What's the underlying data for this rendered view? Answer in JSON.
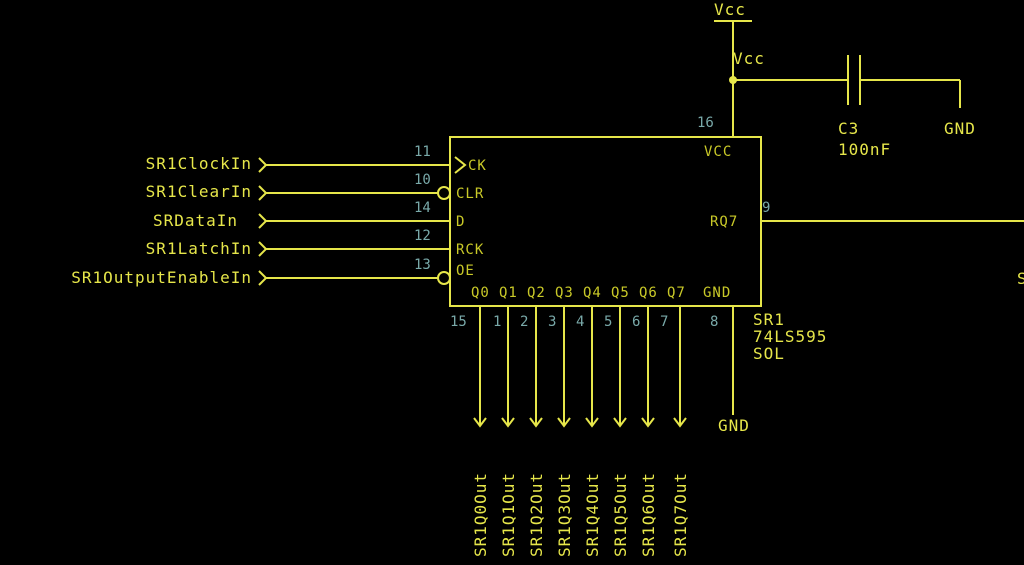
{
  "colors": {
    "background": "#000000",
    "wire": "#e6e64a",
    "pin_text": "#c9c928",
    "pin_number": "#79a9a9"
  },
  "power": {
    "vcc_top": "Vcc",
    "vcc_net": "Vcc",
    "gnd_cap": "GND",
    "gnd_ic": "GND"
  },
  "capacitor": {
    "ref": "C3",
    "value": "100nF"
  },
  "ic": {
    "ref": "SR1",
    "part": "74LS595",
    "package": "SOL",
    "vcc_label": "VCC",
    "vcc_pin": "16",
    "gnd_label": "GND",
    "gnd_pin": "8",
    "rq7_label": "RQ7",
    "rq7_pin": "9"
  },
  "inputs": [
    {
      "net": "SR1ClockIn",
      "pin_label": "CK",
      "pin": "11"
    },
    {
      "net": "SR1ClearIn",
      "pin_label": "CLR",
      "pin": "10"
    },
    {
      "net": "SRDataIn",
      "pin_label": "D",
      "pin": "14"
    },
    {
      "net": "SR1LatchIn",
      "pin_label": "RCK",
      "pin": "12"
    },
    {
      "net": "SR1OutputEnableIn",
      "pin_label": "OE",
      "pin": "13"
    }
  ],
  "outputs": [
    {
      "pin_label": "Q0",
      "pin": "15",
      "net": "SR1Q0Out"
    },
    {
      "pin_label": "Q1",
      "pin": "1",
      "net": "SR1Q1Out"
    },
    {
      "pin_label": "Q2",
      "pin": "2",
      "net": "SR1Q2Out"
    },
    {
      "pin_label": "Q3",
      "pin": "3",
      "net": "SR1Q3Out"
    },
    {
      "pin_label": "Q4",
      "pin": "4",
      "net": "SR1Q4Out"
    },
    {
      "pin_label": "Q5",
      "pin": "5",
      "net": "SR1Q5Out"
    },
    {
      "pin_label": "Q6",
      "pin": "6",
      "net": "SR1Q6Out"
    },
    {
      "pin_label": "Q7",
      "pin": "7",
      "net": "SR1Q7Out"
    }
  ],
  "edge_fragment": "S"
}
